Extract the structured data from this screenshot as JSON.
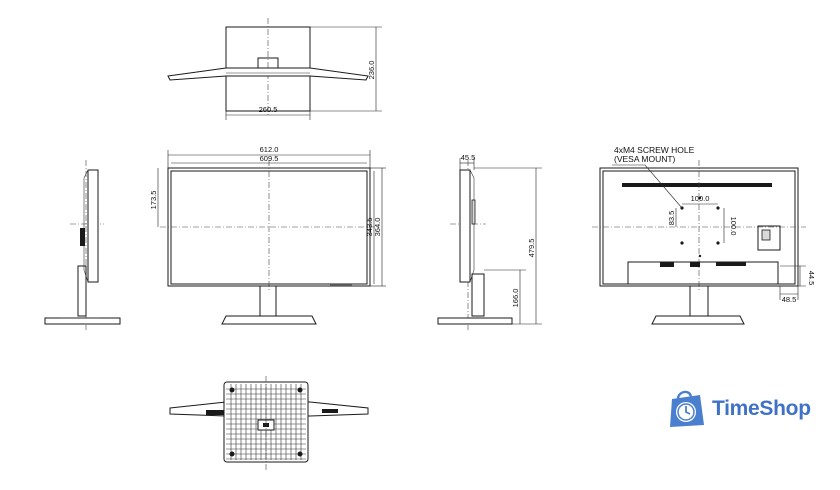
{
  "dimensions": {
    "top_depth": "236.0",
    "top_base_width": "260.5",
    "front_total_width": "612.0",
    "front_panel_width": "609.5",
    "front_bezel_top": "173.5",
    "front_panel_height": "343.5",
    "front_total_panel_height": "364.0",
    "side_depth": "45.5",
    "side_total_height": "479.5",
    "side_stand_height": "166.0",
    "back_vesa_h": "100.0",
    "back_vesa_v": "100.0",
    "back_vesa_offset": "83.5",
    "back_port_height": "44.5",
    "back_port_offset": "48.5"
  },
  "annotation": {
    "line1": "4xM4 SCREW HOLE",
    "line2": "(VESA MOUNT)"
  },
  "brand": {
    "name": "TimeShop",
    "color": "#3f72c6",
    "icon": "shopping-bag-clock-icon"
  }
}
